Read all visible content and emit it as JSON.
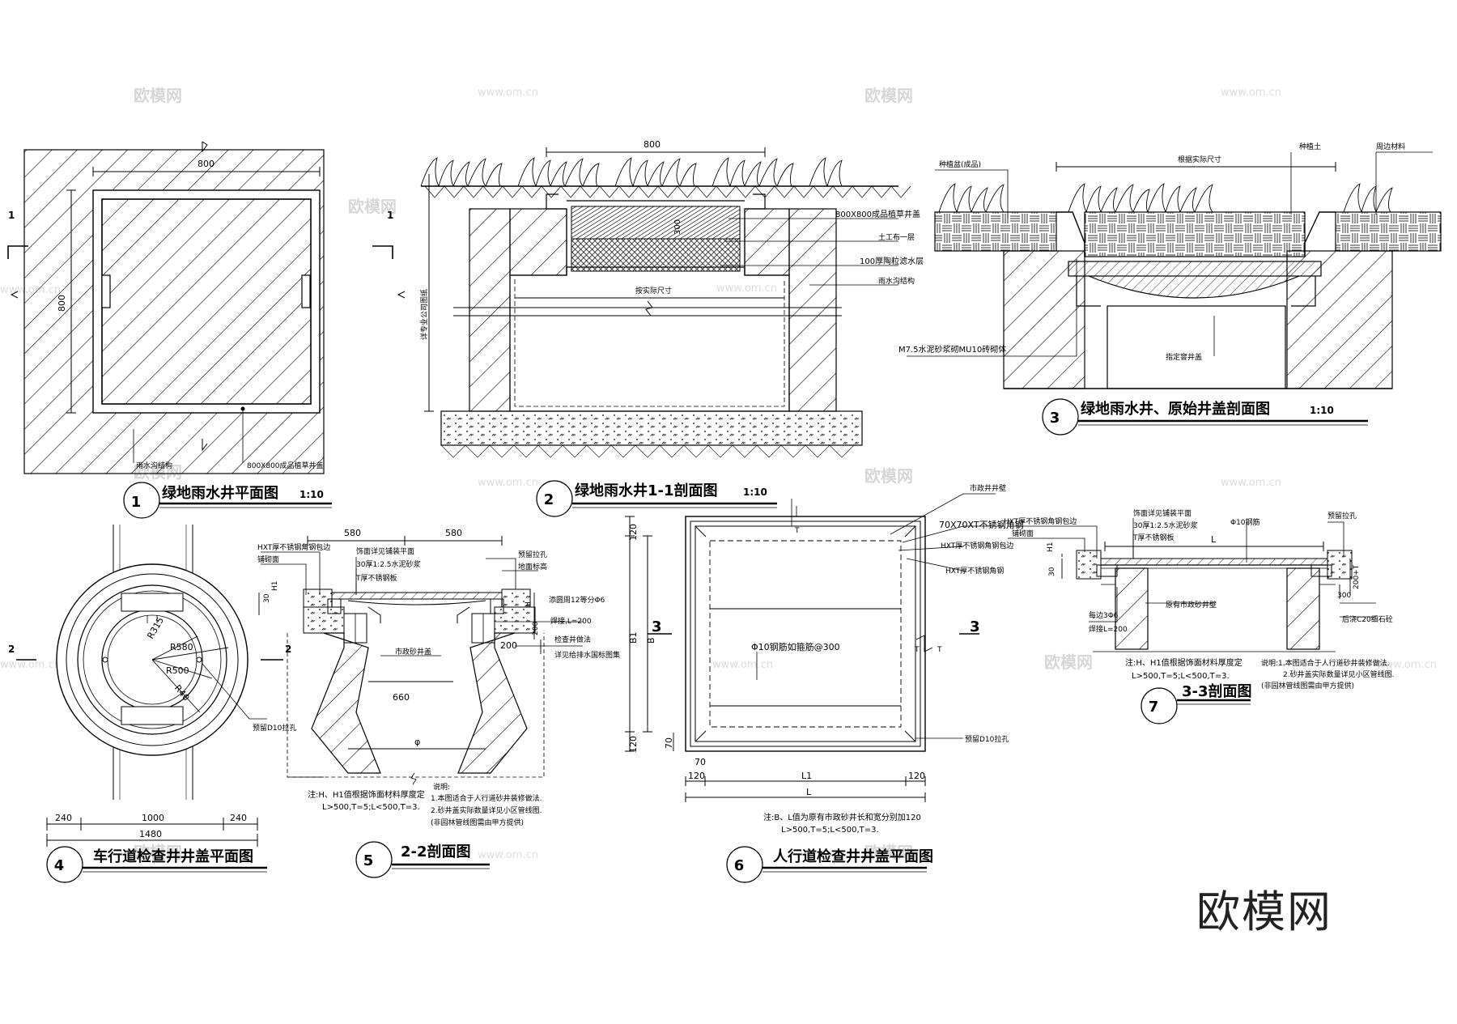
{
  "watermarks": {
    "logo": "欧模网",
    "url": "www.om.cn",
    "brand": "欧模网"
  },
  "d1": {
    "num": "1",
    "title": "绿地雨水井平面图",
    "scale": "1:10",
    "dim_w": "800",
    "dim_h": "800",
    "label_structure": "雨水沟结构",
    "label_cover": "800X800成品植草井盖",
    "sec": "1"
  },
  "d2": {
    "num": "2",
    "title": "绿地雨水井1-1剖面图",
    "scale": "1:10",
    "dim_top": "800",
    "dim_300": "300",
    "dim_actual": "按实际尺寸",
    "depth_label": "详专业公司图纸",
    "labels": [
      "800X800成品植草井盖",
      "土工布一层",
      "100厚陶粒滤水层",
      "雨水沟结构"
    ]
  },
  "d3": {
    "num": "3",
    "title": "绿地雨水井、原始井盖剖面图",
    "scale": "1:10",
    "labels": [
      "种植盆(成品)",
      "根据实际尺寸",
      "种植土",
      "周边材料",
      "M7.5水泥砂浆砌MU10砖砌体",
      "指定窨井盖"
    ]
  },
  "d4": {
    "num": "4",
    "title": "车行道检查井井盖平面图",
    "dims": [
      "240",
      "1000",
      "240",
      "1480"
    ],
    "radii": [
      "R315",
      "R580",
      "R500",
      "R40"
    ],
    "hole": "预留D10拉孔",
    "sec": "2"
  },
  "d5": {
    "num": "5",
    "title": "2-2剖面图",
    "dims": [
      "580",
      "580",
      "660",
      "200",
      "φ"
    ],
    "vdims": [
      "30",
      "H1",
      "H",
      "200"
    ],
    "labels": [
      "HXT厚不锈钢角钢包边",
      "铺砌面",
      "饰面详见铺装平面",
      "30厚1:2.5水泥砂浆",
      "T厚不锈钢板",
      "预留拉孔",
      "地面标高",
      "添圆周12等分Φ6",
      "焊接,L=200",
      "检查井做法",
      "详见给排水国标图集",
      "市政砂井盖"
    ],
    "note_head": "注:H、H1值根据饰面材料厚度定",
    "note_sub": "L>500,T=5;L<500,T=3.",
    "expl_title": "说明:",
    "expl": [
      "1.本图适合于人行道砂井装修做法.",
      "2.砂井盖实际数量详见小区管线图.",
      "(非园林管线图需由甲方提供)"
    ]
  },
  "d6": {
    "num": "6",
    "title": "人行道检查井井盖平面图",
    "labels": [
      "市政井井壁",
      "70X70XT不锈钢角钢",
      "HXT厚不锈钢角钢包边",
      "HXT厚不锈钢角钢",
      "Φ10钢筋如箍筋@300",
      "预留D10拉孔"
    ],
    "dims_left": [
      "120",
      "B1",
      "B",
      "120",
      "70"
    ],
    "dims_bottom": [
      "70",
      "120",
      "L1",
      "120",
      "L"
    ],
    "T": "T",
    "sec": "3",
    "note": "注:B、L值为原有市政砂井长和宽分别加120",
    "note2": "L>500,T=5;L<500,T=3."
  },
  "d7": {
    "num": "7",
    "title": "3-3剖面图",
    "labels": [
      "HXT厚不锈钢角钢包边",
      "铺砌面",
      "饰面详见铺装平面",
      "30厚1:2.5水泥砂浆",
      "T厚不锈钢板",
      "Φ10钢筋",
      "预留拉孔",
      "原有市政砂井壁",
      "每边3Φ6",
      "焊接L=200",
      "后浇C20细石砼"
    ],
    "dim_L": "L",
    "vdims": [
      "H1",
      "30",
      "200+T",
      "300"
    ],
    "note_head": "注:H、H1值根据饰面材料厚度定",
    "note_sub": "L>500,T=5;L<500,T=3.",
    "expl": [
      "说明:1.本图适合于人行道砂井装修做法.",
      "2.砂井盖实际数量详见小区管线图.",
      "(非园林管线图需由甲方提供)"
    ]
  }
}
